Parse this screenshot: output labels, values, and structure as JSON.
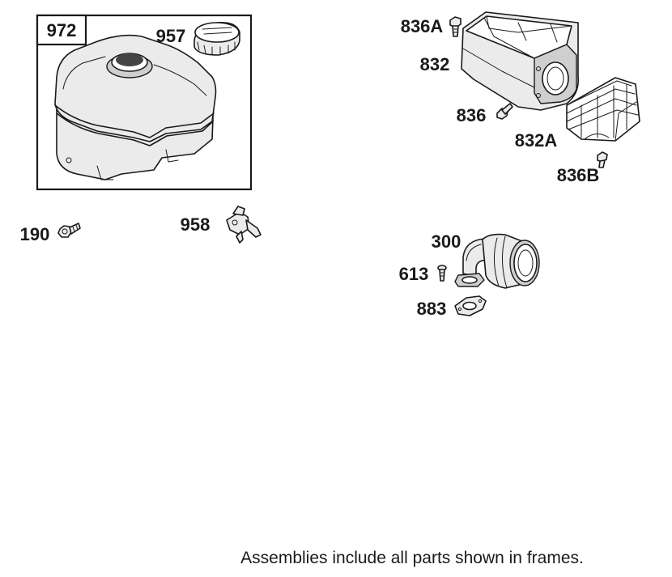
{
  "labels": {
    "fuel_tank_assembly": "972",
    "fuel_cap": "957",
    "screw_190": "190",
    "fuel_shutoff_valve": "958",
    "screw_836A": "836A",
    "muffler": "832",
    "screw_836": "836",
    "muffler_guard": "832A",
    "screw_836B": "836B",
    "air_cleaner_elbow": "300",
    "screw_613": "613",
    "gasket": "883"
  },
  "note": "Assemblies include all parts shown in frames."
}
